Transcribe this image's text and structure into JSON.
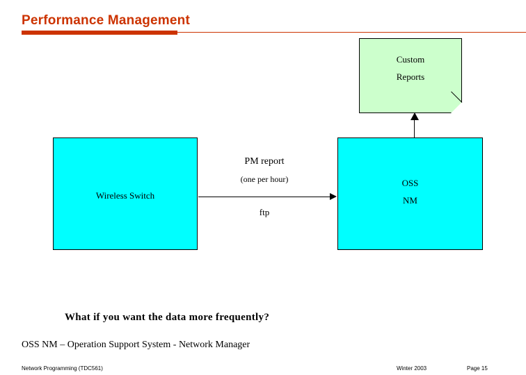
{
  "slide": {
    "title": "Performance Management",
    "accent_color": "#cc3300",
    "note": {
      "line1": "Custom",
      "line2": "Reports",
      "fill_color": "#ccffcc"
    },
    "boxes": {
      "wireless": {
        "label": "Wireless Switch",
        "fill_color": "#00ffff"
      },
      "oss": {
        "label_line1": "OSS",
        "label_line2": "NM",
        "fill_color": "#00ffff"
      }
    },
    "flow_labels": {
      "pm_report": "PM report",
      "frequency": "(one per hour)",
      "protocol": "ftp"
    },
    "question": "What if you want the data more frequently?",
    "legend": "OSS NM – Operation Support System  - Network Manager",
    "footer": {
      "left": "Network Programming (TDC561)",
      "center": "Winter  2003",
      "right": "Page 15"
    }
  }
}
